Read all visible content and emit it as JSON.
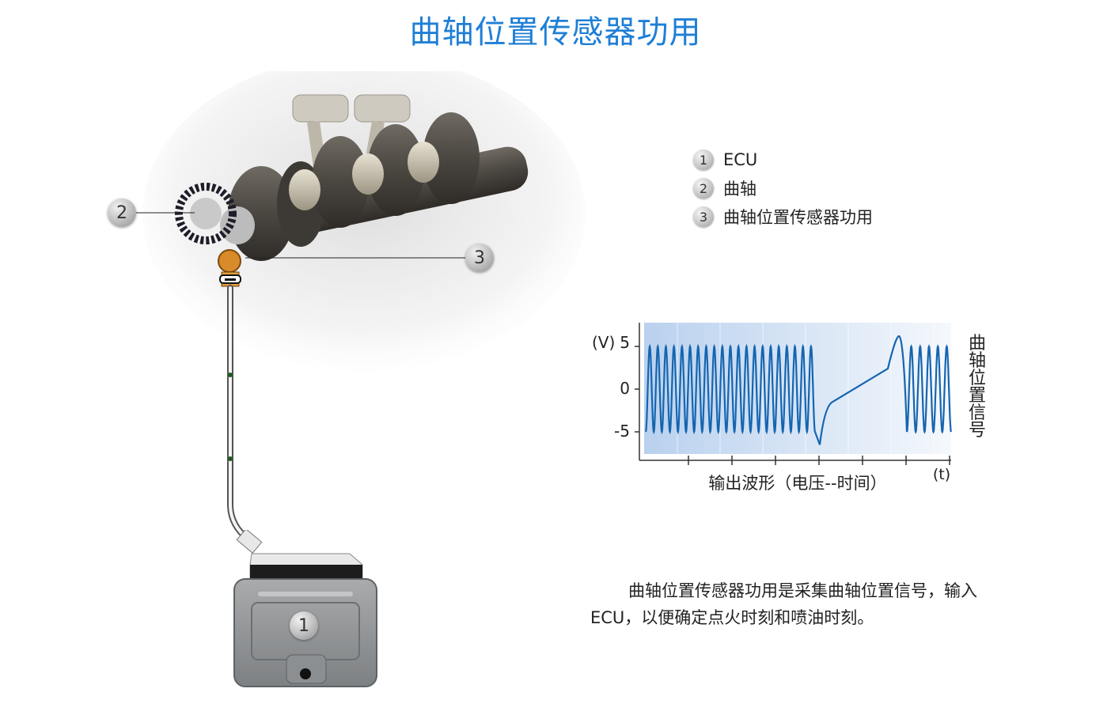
{
  "title": "曲轴位置传感器功用",
  "legend": [
    {
      "num": "1",
      "label": "ECU"
    },
    {
      "num": "2",
      "label": "曲轴"
    },
    {
      "num": "3",
      "label": "曲轴位置传感器功用"
    }
  ],
  "callouts": {
    "ecu": "1",
    "crankshaft": "2",
    "sensor": "3"
  },
  "chart_data": {
    "type": "line",
    "ylabel": "(V)",
    "xlabel": "输出波形（电压--时间）",
    "x_unit_label": "(t)",
    "yticks": [
      "5",
      "0",
      "-5"
    ],
    "ylim": [
      -7.5,
      7.5
    ],
    "side_label": "曲轴位置信号",
    "series": [
      {
        "values_description_free": true,
        "segments": [
          {
            "type": "sine",
            "cycles": 21,
            "amplitude": 5
          },
          {
            "type": "gap-ramp",
            "from": -6.5,
            "to": 6.2
          },
          {
            "type": "sine",
            "cycles": 5,
            "amplitude": 5
          }
        ]
      }
    ],
    "color": "#1565b0"
  },
  "description": "曲轴位置传感器功用是采集曲轴位置信号，输入ECU，以便确定点火时刻和喷油时刻。",
  "colors": {
    "title": "#1f7fd6",
    "wave": "#1565b0"
  }
}
